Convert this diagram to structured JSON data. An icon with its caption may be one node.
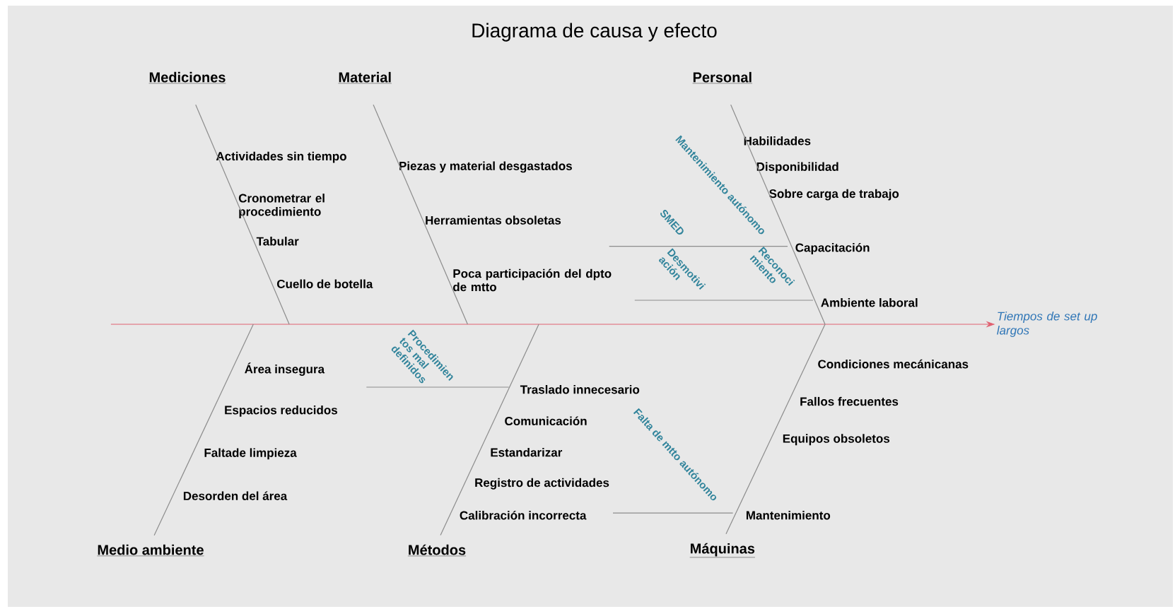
{
  "diagram": {
    "title": "Diagrama de causa y efecto",
    "nodes": [
      {
        "text": [
          "Mediciones"
        ]
      },
      {
        "text": [
          "Material"
        ]
      },
      {
        "text": [
          "Personal"
        ]
      },
      {
        "text": [
          "Medio ambiente"
        ]
      },
      {
        "text": [
          "Métodos"
        ]
      },
      {
        "text": [
          "Máquinas"
        ]
      },
      {
        "text": [
          "Tiempos de set up largos"
        ]
      }
    ],
    "edges": [
      {
        "from": null,
        "to": 6,
        "arrow": "to",
        "color": "#e06070"
      },
      {
        "from": 0,
        "to": null,
        "arrow": "none"
      },
      {
        "from": 1,
        "to": null,
        "arrow": "none"
      },
      {
        "from": 2,
        "to": null,
        "arrow": "none"
      },
      {
        "from": 3,
        "to": null,
        "arrow": "none"
      },
      {
        "from": 4,
        "to": null,
        "arrow": "none"
      },
      {
        "from": 5,
        "to": null,
        "arrow": "none"
      }
    ],
    "labels": [
      "Actividades sin tiempo",
      "Cronometrar el procedimiento",
      "Tabular",
      "Cuello de botella",
      "Piezas y material desgastados",
      "Herramientas obsoletas",
      "Poca participación del dpto de mtto",
      "Habilidades",
      "Disponibilidad",
      "Sobre carga de trabajo",
      "Capacitación",
      "Ambiente laboral",
      "Área insegura",
      "Espacios reducidos",
      "Faltade limpieza",
      "Desorden del área",
      "Traslado innecesario",
      "Comunicación",
      "Estandarizar",
      "Registro de actividades",
      "Calibración incorrecta",
      "Condiciones mecánicanas",
      "Fallos frecuentes",
      "Equipos obsoletos",
      "Mantenimiento",
      "Mantenimiento autónomo",
      "SMED",
      "Desmotivi ación",
      "Reconoci miento",
      "Procedimien tos mal definidos",
      "Falta de mtto autónomo"
    ]
  }
}
